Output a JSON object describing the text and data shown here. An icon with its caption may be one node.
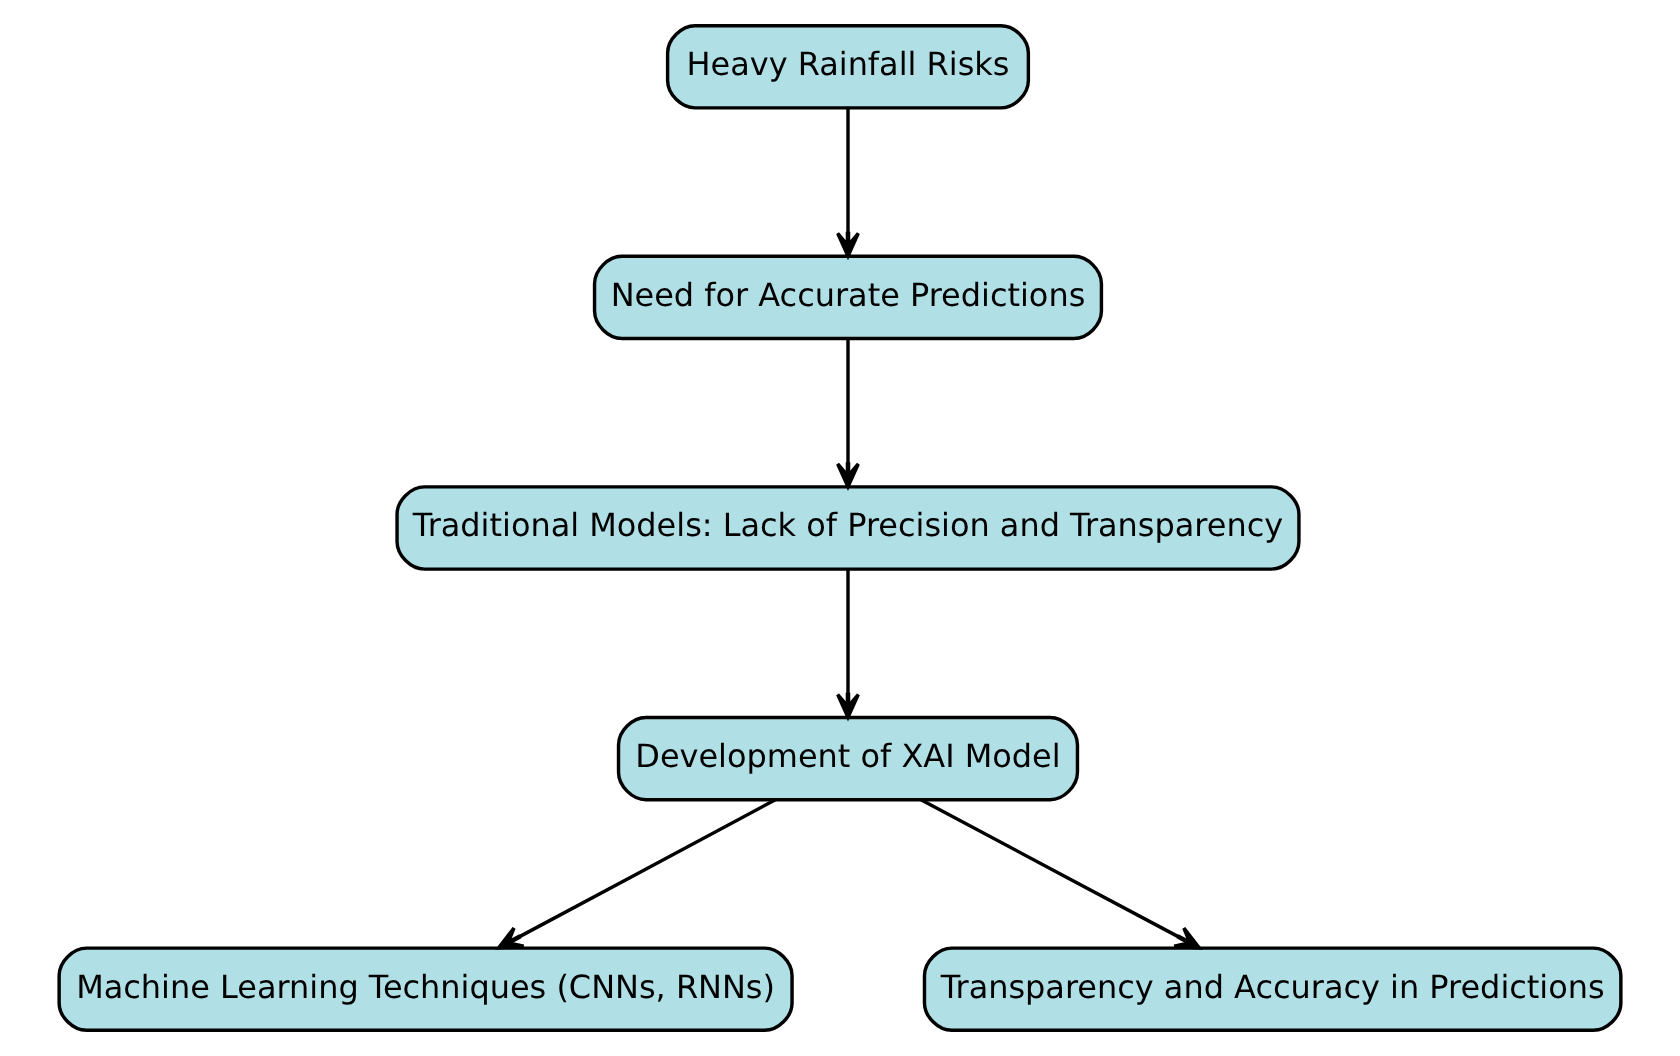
{
  "diagram": {
    "nodes": [
      {
        "text": [
          "Heavy Rainfall Risks"
        ]
      },
      {
        "text": [
          "Need for Accurate Predictions"
        ]
      },
      {
        "text": [
          "Traditional Models: Lack of Precision and Transparency"
        ]
      },
      {
        "text": [
          "Development of XAI Model"
        ]
      },
      {
        "text": [
          "Machine Learning Techniques (CNNs, RNNs)"
        ]
      },
      {
        "text": [
          "Transparency and Accuracy in Predictions"
        ]
      }
    ],
    "edges": [
      {
        "from": 0,
        "to": 1,
        "arrow": "to"
      },
      {
        "from": 1,
        "to": 2,
        "arrow": "to"
      },
      {
        "from": 2,
        "to": 3,
        "arrow": "to"
      },
      {
        "from": 3,
        "to": 4,
        "arrow": "to"
      },
      {
        "from": 3,
        "to": 5,
        "arrow": "to"
      }
    ]
  }
}
